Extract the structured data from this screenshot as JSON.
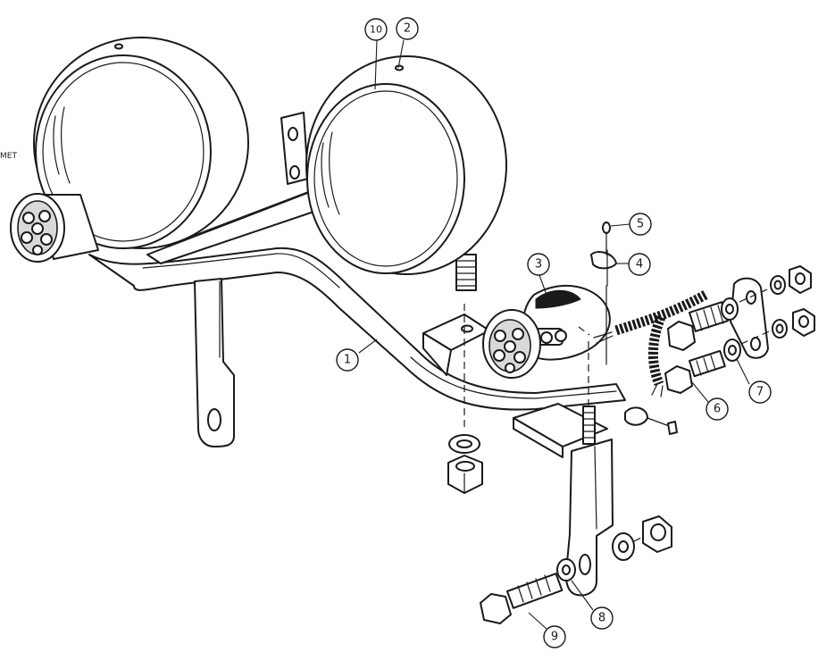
{
  "edge_label": "MET",
  "callouts": [
    {
      "id": "1",
      "label": "1"
    },
    {
      "id": "2",
      "label": "2"
    },
    {
      "id": "3",
      "label": "3"
    },
    {
      "id": "4",
      "label": "4"
    },
    {
      "id": "5",
      "label": "5"
    },
    {
      "id": "6",
      "label": "6"
    },
    {
      "id": "7",
      "label": "7"
    },
    {
      "id": "8",
      "label": "8"
    },
    {
      "id": "9",
      "label": "9"
    },
    {
      "id": "10",
      "label": "10"
    }
  ]
}
